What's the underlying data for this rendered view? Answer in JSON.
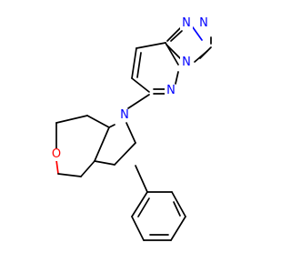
{
  "molecule": {
    "atoms": {
      "n_pyrrolidine": {
        "symbol": "N",
        "color": "#0000ff"
      },
      "o_pyran": {
        "symbol": "O",
        "color": "#ff0000"
      },
      "n_pyridazine_1": {
        "symbol": "N",
        "color": "#0000ff"
      },
      "n_pyridazine_2": {
        "symbol": "N",
        "color": "#0000ff"
      },
      "n_triazole_1": {
        "symbol": "N",
        "color": "#0000ff"
      },
      "n_triazole_2": {
        "symbol": "N",
        "color": "#0000ff"
      }
    },
    "colors": {
      "bond": "#000000",
      "nitrogen": "#0000ff",
      "oxygen": "#ff0000"
    }
  }
}
